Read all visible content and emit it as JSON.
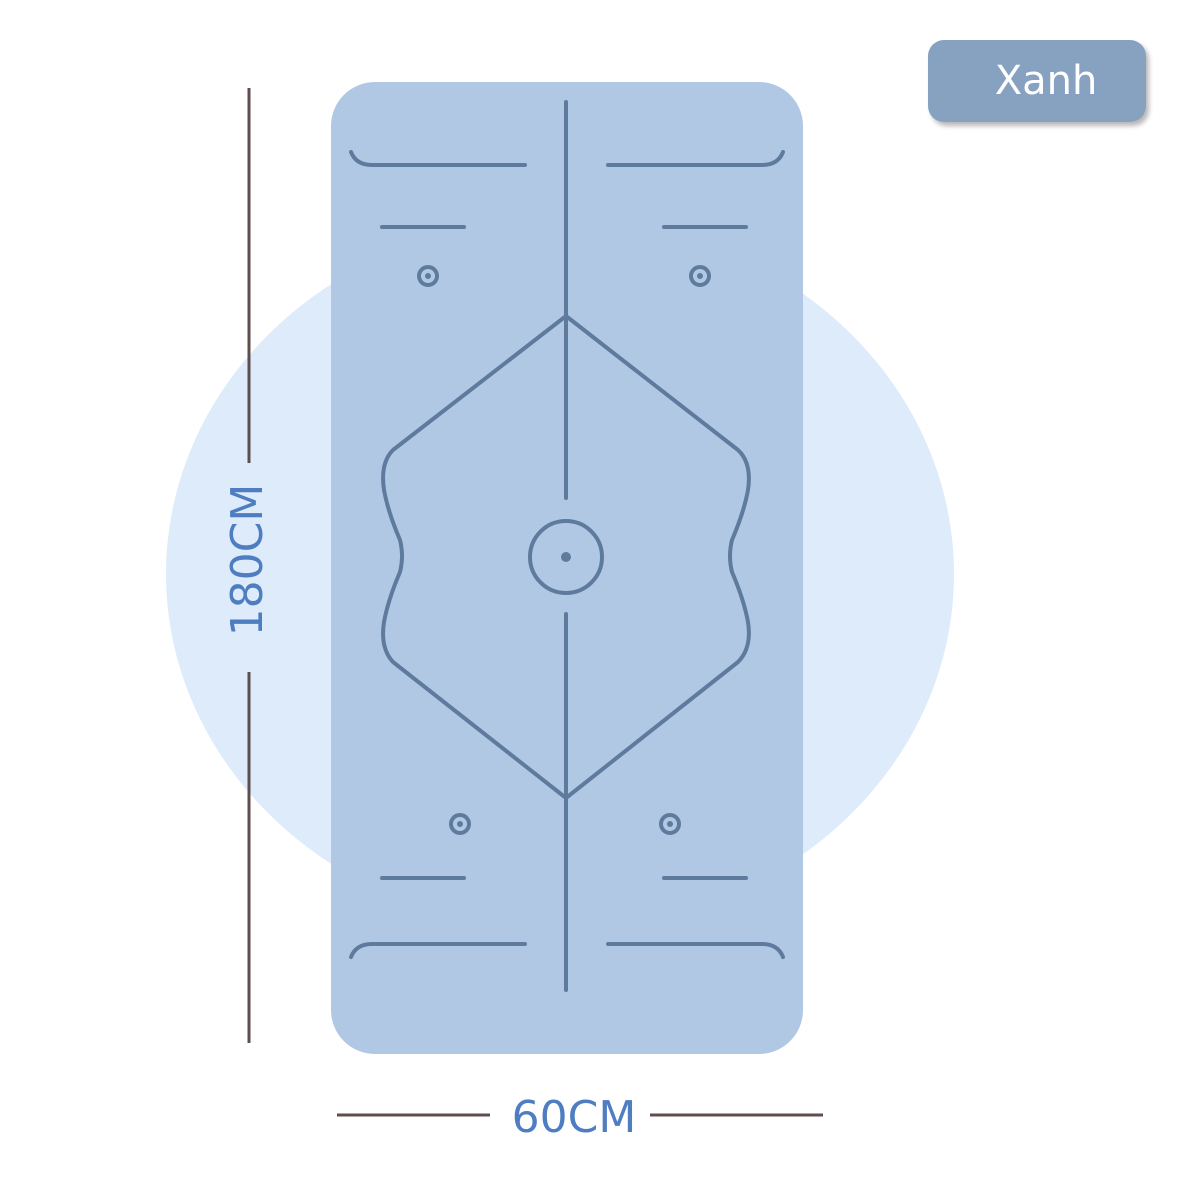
{
  "product": {
    "color_label": "Xanh",
    "mat_color": "#b1c8e5",
    "line_color": "#5e7a9c",
    "background_circle_color": "#ddebfb"
  },
  "dimensions": {
    "width_label": "60CM",
    "height_label": "180CM"
  }
}
